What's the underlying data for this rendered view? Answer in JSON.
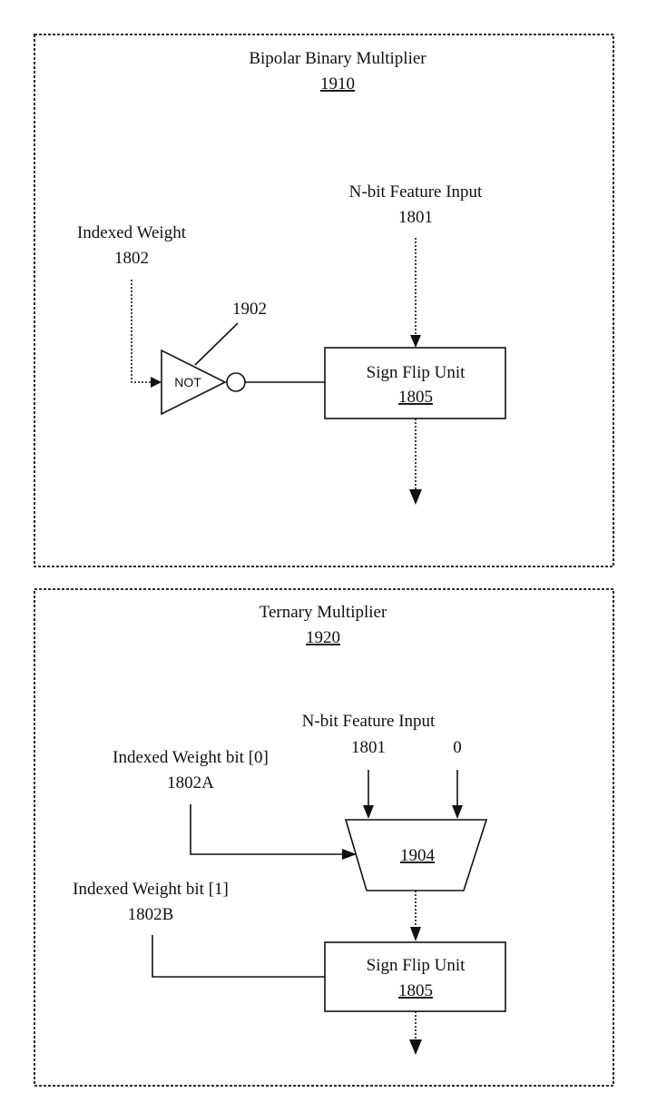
{
  "bipolar": {
    "title": "Bipolar Binary Multiplier",
    "ref": "1910",
    "feature_input": {
      "label": "N-bit Feature Input",
      "ref": "1801"
    },
    "indexed_weight": {
      "label": "Indexed Weight",
      "ref": "1802"
    },
    "not_gate": {
      "label": "NOT",
      "ref": "1902"
    },
    "sign_flip": {
      "label": "Sign Flip Unit",
      "ref": "1805"
    }
  },
  "ternary": {
    "title": "Ternary Multiplier",
    "ref": "1920",
    "feature_input": {
      "label": "N-bit Feature Input",
      "ref": "1801",
      "zero": "0"
    },
    "weight_bit0": {
      "label": "Indexed Weight bit [0]",
      "ref": "1802A"
    },
    "weight_bit1": {
      "label": "Indexed Weight bit [1]",
      "ref": "1802B"
    },
    "mux": {
      "ref": "1904"
    },
    "sign_flip": {
      "label": "Sign Flip Unit",
      "ref": "1805"
    }
  }
}
